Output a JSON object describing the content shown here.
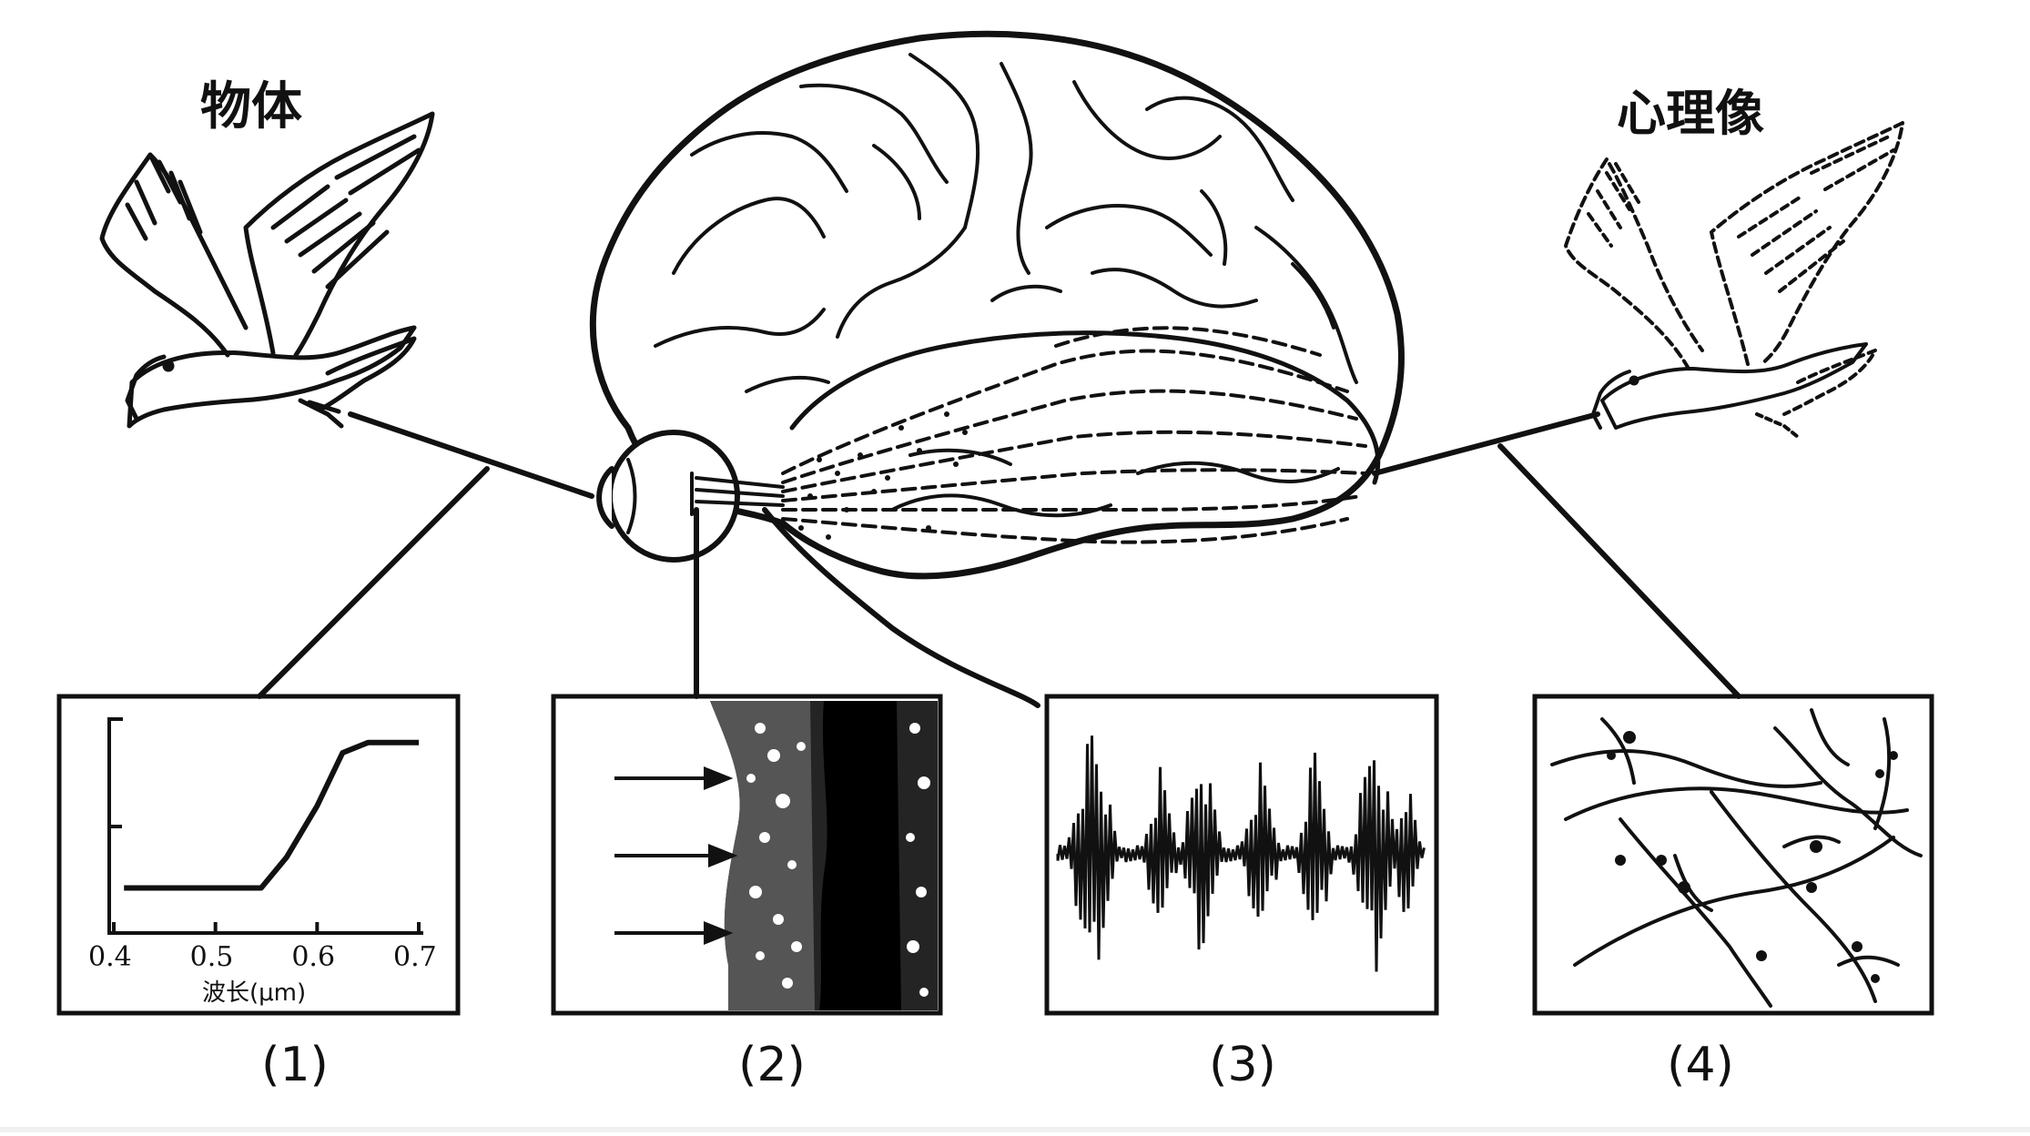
{
  "labels": {
    "object": "物体",
    "mental_image": "心理像"
  },
  "panels": [
    {
      "label": "(1)"
    },
    {
      "label": "(2)"
    },
    {
      "label": "(3)"
    },
    {
      "label": "(4)"
    }
  ],
  "chart_data": {
    "type": "line",
    "title": "",
    "xlabel": "波长(μm)",
    "ylabel": "",
    "x_ticks": [
      "0.4",
      "0.5",
      "0.6",
      "0.7"
    ],
    "xlim": [
      0.4,
      0.7
    ],
    "series": [
      {
        "x": [
          0.41,
          0.45,
          0.5,
          0.545,
          0.57,
          0.6,
          0.625,
          0.65,
          0.7
        ],
        "y": [
          0.22,
          0.22,
          0.22,
          0.22,
          0.37,
          0.62,
          0.88,
          0.93,
          0.93
        ]
      }
    ]
  },
  "colors": {
    "ink": "#111111",
    "background": "#ffffff"
  }
}
